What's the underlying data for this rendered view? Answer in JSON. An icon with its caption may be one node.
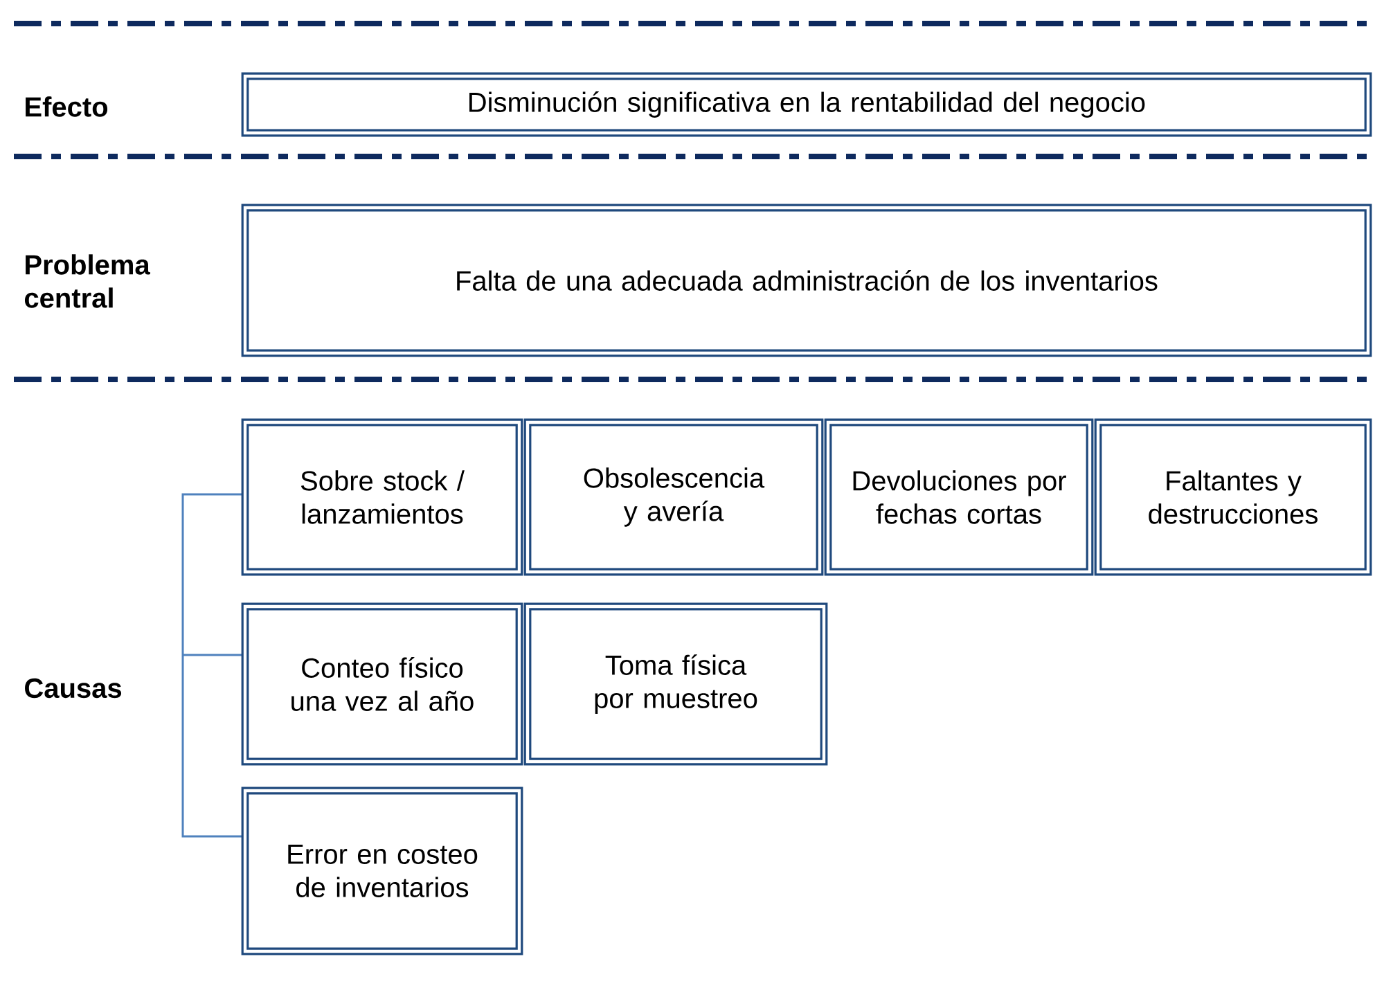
{
  "diagram": {
    "nodes": [
      {
        "text": [
          "Disminución significativa en la rentabilidad del negocio"
        ]
      },
      {
        "text": [
          "Falta de una adecuada administración de los inventarios"
        ]
      },
      {
        "text": [
          "Sobre stock / lanzamientos"
        ]
      },
      {
        "text": [
          "Obsolescencia y avería"
        ]
      },
      {
        "text": [
          "Devoluciones por fechas cortas"
        ]
      },
      {
        "text": [
          "Faltantes y destrucciones"
        ]
      },
      {
        "text": [
          "Conteo físico una vez al año"
        ]
      },
      {
        "text": [
          "Toma física por muestreo"
        ]
      },
      {
        "text": [
          "Error en costeo de inventarios"
        ]
      }
    ],
    "labels": [
      "Efecto",
      "Problema central",
      "Causas"
    ]
  }
}
